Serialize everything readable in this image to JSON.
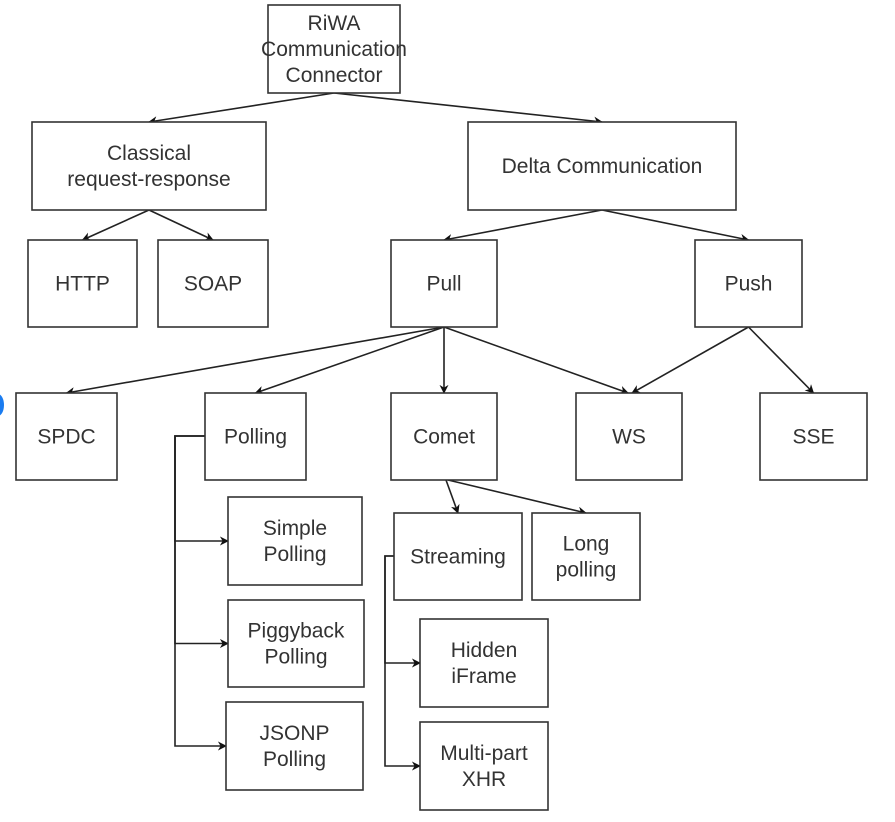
{
  "title": "RiWA Communication Connector taxonomy",
  "nodes": {
    "root": {
      "lines": [
        "RiWA",
        "Communication",
        "Connector"
      ]
    },
    "classical": {
      "lines": [
        "Classical",
        "request-response"
      ]
    },
    "delta": {
      "lines": [
        "Delta Communication"
      ]
    },
    "http": {
      "lines": [
        "HTTP"
      ]
    },
    "soap": {
      "lines": [
        "SOAP"
      ]
    },
    "pull": {
      "lines": [
        "Pull"
      ]
    },
    "push": {
      "lines": [
        "Push"
      ]
    },
    "spdc": {
      "lines": [
        "SPDC"
      ]
    },
    "polling": {
      "lines": [
        "Polling"
      ]
    },
    "comet": {
      "lines": [
        "Comet"
      ]
    },
    "ws": {
      "lines": [
        "WS"
      ]
    },
    "sse": {
      "lines": [
        "SSE"
      ]
    },
    "simple_polling": {
      "lines": [
        "Simple",
        "Polling"
      ]
    },
    "piggyback_polling": {
      "lines": [
        "Piggyback",
        "Polling"
      ]
    },
    "jsonp_polling": {
      "lines": [
        "JSONP",
        "Polling"
      ]
    },
    "streaming": {
      "lines": [
        "Streaming"
      ]
    },
    "long_polling": {
      "lines": [
        "Long",
        "polling"
      ]
    },
    "hidden_iframe": {
      "lines": [
        "Hidden",
        "iFrame"
      ]
    },
    "multipart_xhr": {
      "lines": [
        "Multi-part",
        "XHR"
      ]
    }
  },
  "edges": [
    {
      "from": "root",
      "to": "classical"
    },
    {
      "from": "root",
      "to": "delta"
    },
    {
      "from": "classical",
      "to": "http"
    },
    {
      "from": "classical",
      "to": "soap"
    },
    {
      "from": "delta",
      "to": "pull"
    },
    {
      "from": "delta",
      "to": "push"
    },
    {
      "from": "pull",
      "to": "spdc"
    },
    {
      "from": "pull",
      "to": "polling"
    },
    {
      "from": "pull",
      "to": "comet"
    },
    {
      "from": "pull",
      "to": "ws"
    },
    {
      "from": "push",
      "to": "ws"
    },
    {
      "from": "push",
      "to": "sse"
    },
    {
      "from": "polling",
      "to": "simple_polling"
    },
    {
      "from": "polling",
      "to": "piggyback_polling"
    },
    {
      "from": "polling",
      "to": "jsonp_polling"
    },
    {
      "from": "comet",
      "to": "streaming"
    },
    {
      "from": "comet",
      "to": "long_polling"
    },
    {
      "from": "streaming",
      "to": "hidden_iframe"
    },
    {
      "from": "streaming",
      "to": "multipart_xhr"
    }
  ],
  "colors": {
    "stroke": "#333333",
    "text": "#333333",
    "edge_mark": "#1a7cf0"
  }
}
